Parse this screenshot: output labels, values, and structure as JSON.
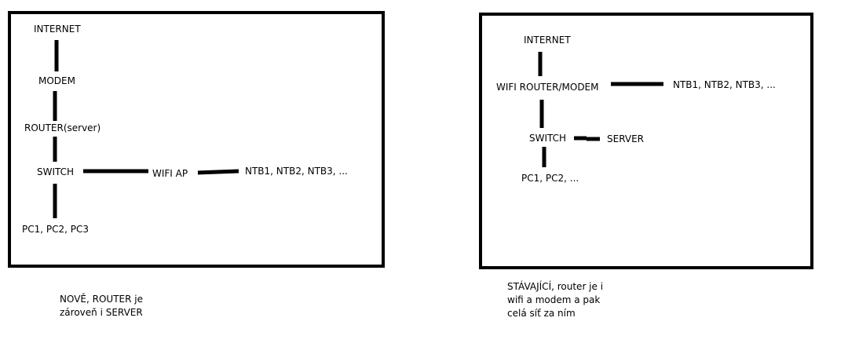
{
  "left_diagram": {
    "nodes": {
      "internet": "INTERNET",
      "modem": "MODEM",
      "router": "ROUTER(server)",
      "switch": "SWITCH",
      "wifi_ap": "WIFI AP",
      "notebooks": "NTB1, NTB2, NTB3, ...",
      "pcs": "PC1, PC2, PC3"
    },
    "caption": [
      "NOVĚ, ROUTER je",
      "zároveň i SERVER"
    ]
  },
  "right_diagram": {
    "nodes": {
      "internet": "INTERNET",
      "wifi_router_modem": "WIFI ROUTER/MODEM",
      "notebooks": "NTB1, NTB2, NTB3, ...",
      "switch": "SWITCH",
      "server": "SERVER",
      "pcs": "PC1, PC2, ..."
    },
    "caption": [
      "STÁVAJÍCÍ, router je i",
      "wifi a modem a pak",
      "celá síť za ním"
    ]
  }
}
